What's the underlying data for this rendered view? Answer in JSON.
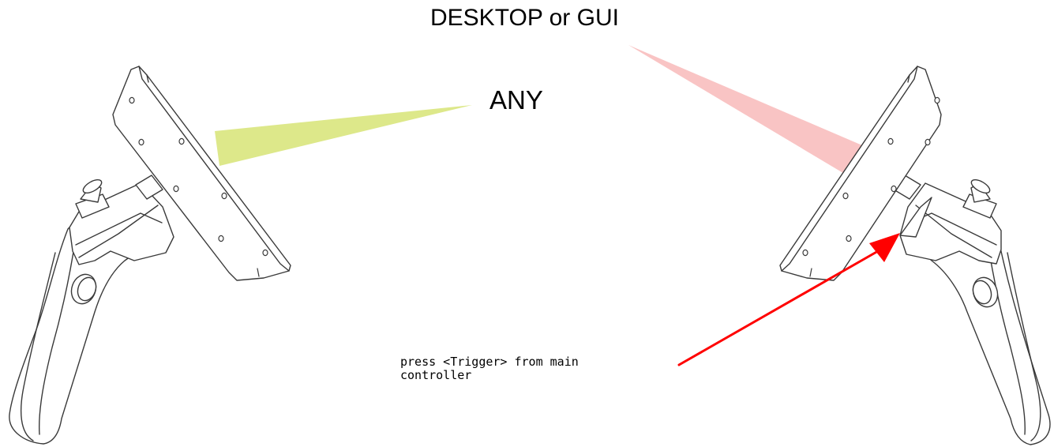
{
  "labels": {
    "title": "DESKTOP or GUI",
    "any": "ANY",
    "note": "press <Trigger> from main\ncontroller"
  },
  "colors": {
    "outline": "#3a3a3a",
    "any_beam": "#dde88a",
    "gui_beam": "#f7b5b5",
    "arrow": "#ff0000"
  }
}
